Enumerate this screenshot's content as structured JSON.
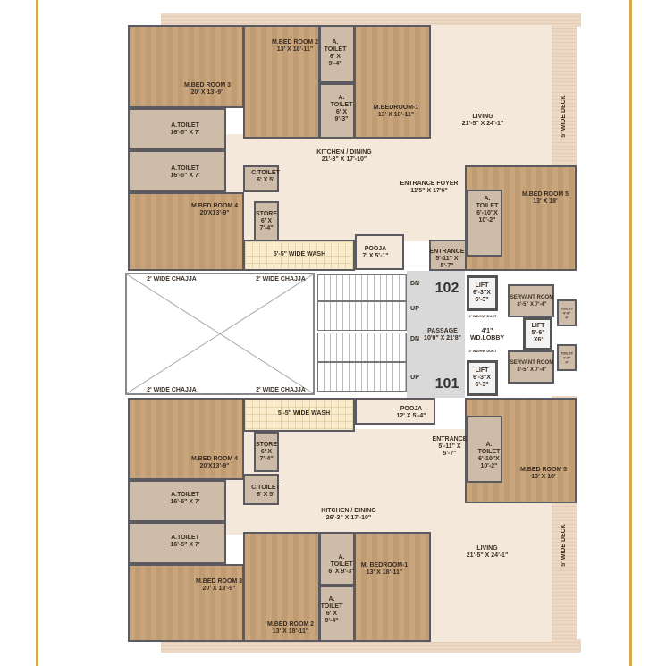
{
  "colors": {
    "accent_border": "#d6aa4e",
    "wall": "#5a5a60",
    "wood_floor": "#c8a57d",
    "toilet_floor": "#cdbca7",
    "living_floor": "#f4e8da"
  },
  "unit_102": {
    "number": "102",
    "rooms": {
      "bed3": "M.BED ROOM 3\n20' X 13'-9\"",
      "toilet_a1": "A.TOILET\n16'-5\" X 7'",
      "toilet_a2": "A.TOILET\n16'-5\" X 7'",
      "bed4": "M.BED ROOM 4\n20'X13'-9\"",
      "bed2": "M.BED ROOM 2\n13' X 18'-11\"",
      "toilet_b1": "A.\nTOILET\n6' X\n9'-4\"",
      "toilet_b2": "A.\nTOILET\n6' X\n9'-3\"",
      "bed1": "M.BEDROOM-1\n13' X 18'-11\"",
      "living": "LIVING\n21'-5\" X 24'-1\"",
      "deck": "5' WIDE DECK",
      "kitchen": "KITCHEN / DINING\n21'-3\" X 17'-10\"",
      "ctoilet": "C.TOILET\n6' X 5'",
      "store": "STORE\n6' X\n7'-4\"",
      "wash": "5'-5\" WIDE WASH",
      "pooja": "POOJA\n7' X 5'-1\"",
      "foyer": "ENTRANCE FOYER\n11'5\" X 17'6\"",
      "entrance": "ENTRANCE\n5'-11\" X\n5'-7\"",
      "toilet_c": "A.\nTOILET\n6'-10\"X\n10'-2\"",
      "bed5": "M.BED ROOM 5\n13' X 18'"
    }
  },
  "unit_101": {
    "number": "101",
    "rooms": {
      "bed4": "M.BED ROOM 4\n20'X13'-9\"",
      "toilet_a1": "A.TOILET\n16'-5\" X 7'",
      "toilet_a2": "A.TOILET\n16'-5\" X 7'",
      "bed3": "M.BED ROOM 3\n20' X 13'-9\"",
      "bed2": "M.BED ROOM 2\n13' X 18'-11\"",
      "toilet_b1": "A.\nTOILET\n6' X 9'-3\"",
      "toilet_b2": "A.\nTOILET\n6' X\n9'-4\"",
      "bed1": "M. BEDROOM-1\n13' X 18'-11\"",
      "living": "LIVING\n21'-5\" X 24'-1\"",
      "deck": "5' WIDE DECK",
      "kitchen": "KITCHEN / DINING\n26'-3\" X 17'-10\"",
      "ctoilet": "C.TOILET\n6' X 5'",
      "store": "STORE\n6' X\n7'-4\"",
      "wash": "5'-5\" WIDE WASH",
      "pooja": "POOJA\n12' X 5'-4\"",
      "entrance": "ENTRANCE\n5'-11\" X\n5'-7\"",
      "toilet_c": "A.\nTOILET\n6'-10\"X\n10'-2\"",
      "bed5": "M.BED ROOM 5\n13' X 18'"
    }
  },
  "core": {
    "chajja": "2' WIDE CHAJJA",
    "stairs": [
      "DN",
      "UP",
      "DN",
      "UP"
    ],
    "passage": "PASSAGE\n10'0\" X 21'8\"",
    "lobby": "4'1\"\nWD.LOBBY",
    "lift_a": "LIFT\n6'-3\"X\n6'-3\"",
    "lift_b": "LIFT\n6'-3\"X\n6'-3\"",
    "lift_service": "LIFT\n5'-6\"\nX6'",
    "servant_room": "SERVANT ROOM\n8'-5\" X 7'-4\"",
    "toilet": "TOILET\n4'-0\"\n4'",
    "duct_top": "2' WD/HW DUCT",
    "duct_bottom": "2' WD/HW DUCT"
  }
}
